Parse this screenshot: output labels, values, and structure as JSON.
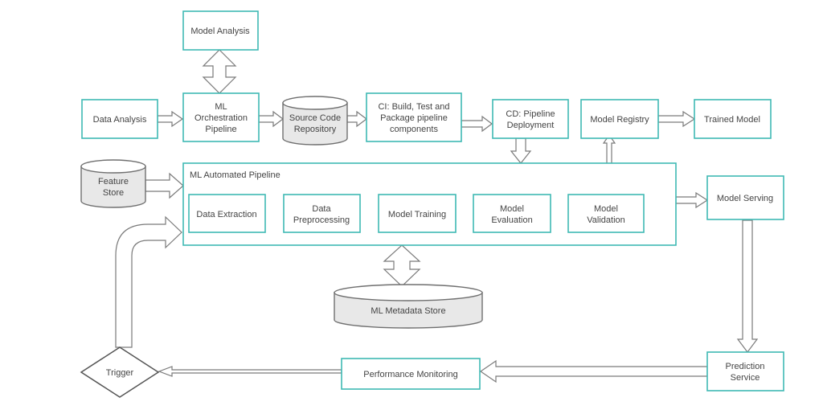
{
  "nodes": {
    "model_analysis": [
      "Model Analysis"
    ],
    "data_analysis": [
      "Data Analysis"
    ],
    "ml_orchestration": [
      "ML",
      "Orchestration",
      "Pipeline"
    ],
    "source_code_repo": [
      "Source Code",
      "Repository"
    ],
    "ci": [
      "CI: Build, Test and",
      "Package pipeline",
      "components"
    ],
    "cd": [
      "CD: Pipeline",
      "Deployment"
    ],
    "model_registry": [
      "Model Registry"
    ],
    "trained_model": [
      "Trained Model"
    ],
    "feature_store": [
      "Feature",
      "Store"
    ],
    "ml_automated_pipeline": "ML Automated Pipeline",
    "data_extraction": [
      "Data Extraction"
    ],
    "data_preprocessing": [
      "Data",
      "Preprocessing"
    ],
    "model_training": [
      "Model Training"
    ],
    "model_evaluation": [
      "Model",
      "Evaluation"
    ],
    "model_validation": [
      "Model",
      "Validation"
    ],
    "model_serving": [
      "Model Serving"
    ],
    "ml_metadata_store": [
      "ML Metadata Store"
    ],
    "prediction_service": [
      "Prediction",
      "Service"
    ],
    "performance_monitoring": [
      "Performance Monitoring"
    ],
    "trigger": [
      "Trigger"
    ]
  },
  "colors": {
    "box_border": "#3fb9b4",
    "arrow_stroke": "#7a7a7a",
    "cylinder_fill": "#e8e8e8",
    "text": "#444444"
  }
}
